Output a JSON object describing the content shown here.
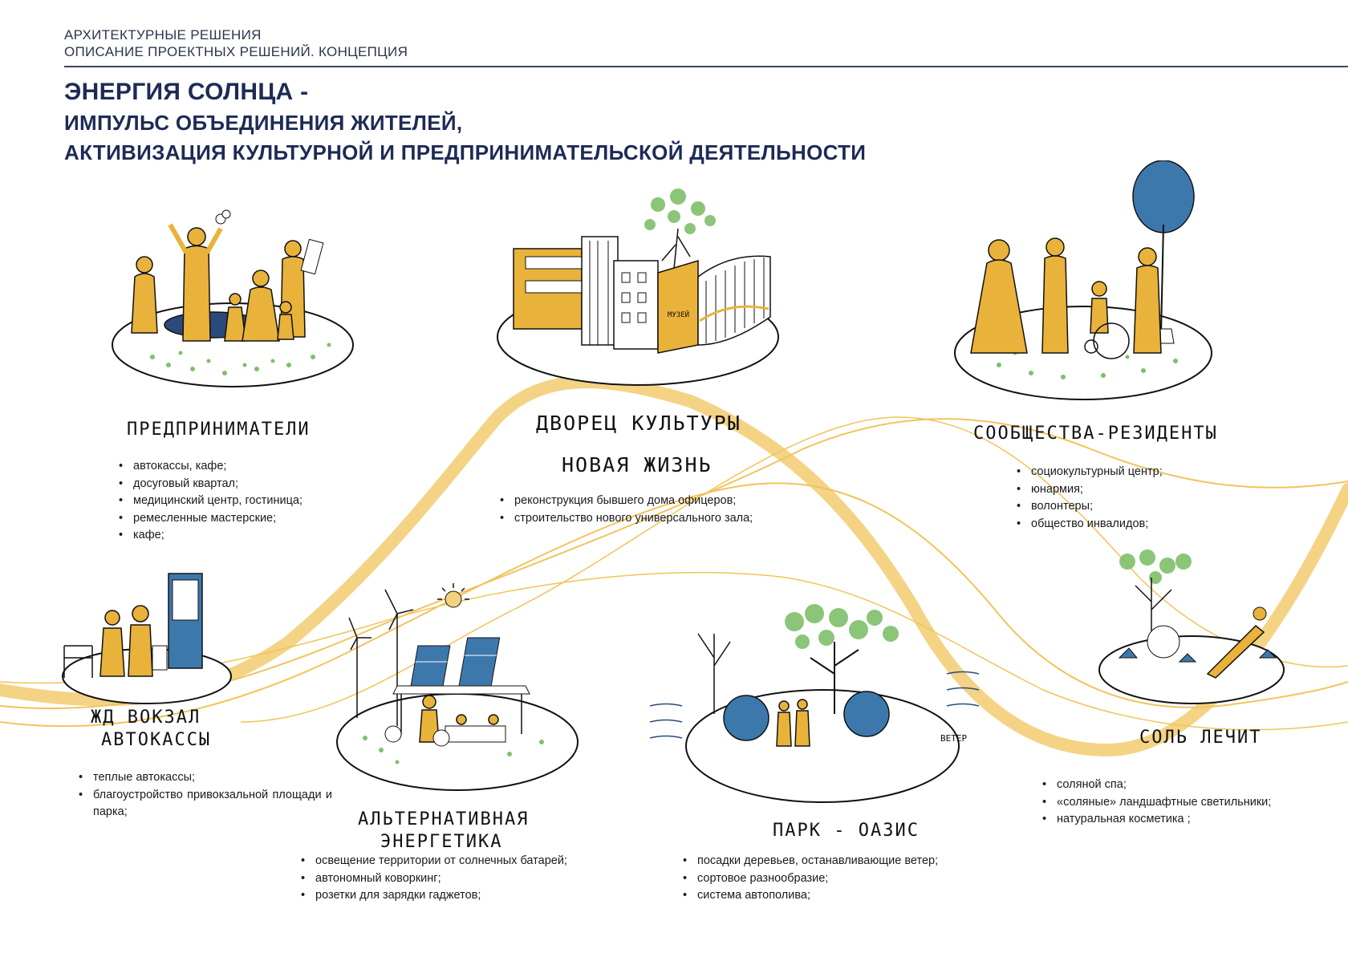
{
  "header": {
    "line1": "АРХИТЕКТУРНЫЕ РЕШЕНИЯ",
    "line2": "ОПИСАНИЕ ПРОЕКТНЫХ РЕШЕНИЙ. КОНЦЕПЦИЯ"
  },
  "title": {
    "line1": "ЭНЕРГИЯ СОЛНЦА -",
    "line2": "ИМПУЛЬС ОБЪЕДИНЕНИЯ ЖИТЕЛЕЙ,",
    "line3": "АКТИВИЗАЦИЯ КУЛЬТУРНОЙ И ПРЕДПРИНИМАТЕЛЬСКОЙ ДЕЯТЕЛЬНОСТИ"
  },
  "colors": {
    "accent_yellow": "#e9b23a",
    "accent_blue": "#3d78ad",
    "grass": "#7fbf6a",
    "navy": "#1d2b55"
  },
  "sections": {
    "entrepreneurs": {
      "caption": "ПРЕДПРИНИМАТЕЛИ",
      "items": [
        "автокассы, кафе;",
        "досуговый квартал;",
        "медицинский центр, гостиница;",
        "ремесленные мастерские;",
        "кафе;"
      ]
    },
    "palace": {
      "caption_line1": "ДВОРЕЦ КУЛЬТУРЫ",
      "caption_line2": "НОВАЯ ЖИЗНЬ",
      "sign": "МУЗЕЙ",
      "items": [
        "реконструкция бывшего дома офицеров;",
        "строительство нового универсального зала;"
      ]
    },
    "communities": {
      "caption": "СООБЩЕСТВА-РЕЗИДЕНТЫ",
      "items": [
        "социокультурный центр;",
        "юнармия;",
        " волонтеры;",
        "общество инвалидов;"
      ]
    },
    "station": {
      "caption_line1": "ЖД ВОКЗАЛ",
      "caption_line2": "АВТОКАССЫ",
      "items": [
        "теплые автокассы;",
        "благоустройство привокзальной площади и парка;"
      ]
    },
    "energy": {
      "caption_line1": "АЛЬТЕРНАТИВНАЯ",
      "caption_line2": "ЭНЕРГЕТИКА",
      "items": [
        "освещение территории от солнечных батарей;",
        "автономный коворкинг;",
        "розетки для зарядки гаджетов;"
      ]
    },
    "park": {
      "caption": "ПАРК - ОАЗИС",
      "wind_label": "ВЕТЕР",
      "items": [
        "посадки деревьев, останавливающие ветер;",
        "сортовое разнообразие;",
        "система автополива;"
      ]
    },
    "salt": {
      "caption": "СОЛЬ ЛЕЧИТ",
      "items": [
        "соляной спа;",
        "«соляные» ландшафтные светильники;",
        "натуральная косметика ;"
      ]
    }
  }
}
